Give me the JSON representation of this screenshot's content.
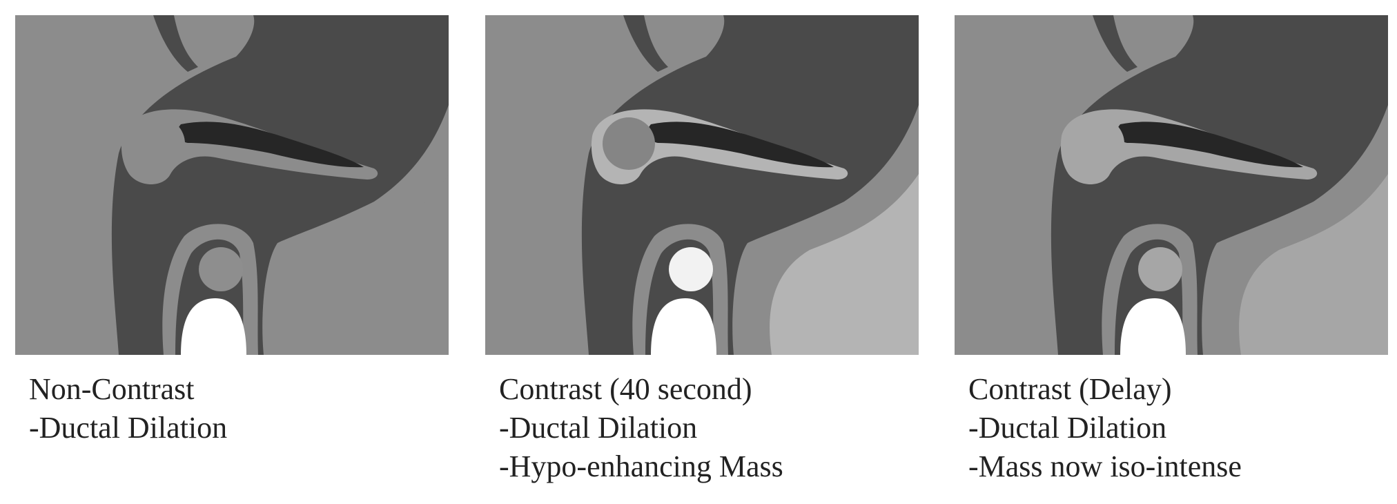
{
  "panels": [
    {
      "caption": {
        "title": "Non-Contrast",
        "lines": [
          "-Ductal Dilation"
        ]
      },
      "mass_state": "same as parenchyma"
    },
    {
      "caption": {
        "title": "Contrast (40 second)",
        "lines": [
          "-Ductal Dilation",
          "-Hypo-enhancing Mass"
        ]
      },
      "mass_state": "hypo-enhancing"
    },
    {
      "caption": {
        "title": "Contrast (Delay)",
        "lines": [
          "-Ductal Dilation",
          "-Mass now iso-intense"
        ]
      },
      "mass_state": "iso-intense"
    }
  ],
  "colors": {
    "page_background": "#ffffff",
    "caption_text": "#222222",
    "panel1": {
      "background": "#8c8c8c",
      "dark_fat": "#4a4a4a",
      "pancreas": "#8c8c8c",
      "duct": "#262626",
      "mass": "#8c8c8c",
      "vessel_wall": "#8c8c8c",
      "vessel_lumen": "#8e8e8e",
      "bright_structure": "#ffffff",
      "right_organ": "#8c8c8c"
    },
    "panel2": {
      "background": "#8c8c8c",
      "dark_fat": "#4a4a4a",
      "pancreas": "#b4b4b4",
      "duct": "#262626",
      "mass": "#858585",
      "vessel_wall": "#8c8c8c",
      "vessel_lumen": "#f2f2f2",
      "bright_structure": "#ffffff",
      "right_organ": "#b4b4b4"
    },
    "panel3": {
      "background": "#8c8c8c",
      "dark_fat": "#4a4a4a",
      "pancreas": "#a6a6a6",
      "duct": "#262626",
      "mass": "#a6a6a6",
      "vessel_wall": "#8c8c8c",
      "vessel_lumen": "#a6a6a6",
      "bright_structure": "#ffffff",
      "right_organ": "#a6a6a6"
    }
  }
}
